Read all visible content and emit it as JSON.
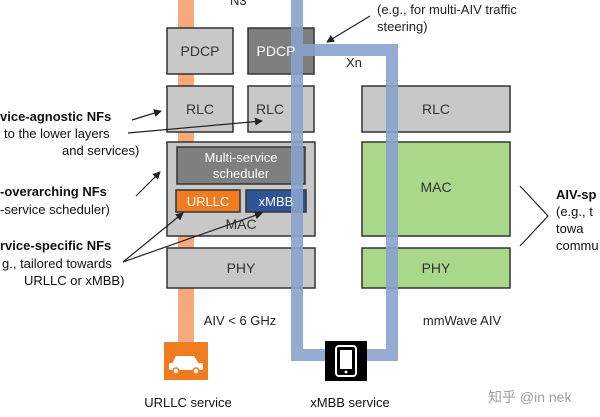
{
  "labels": {
    "n3": "N3",
    "xn": "Xn",
    "callout_top": [
      "(e.g., for multi-AIV traffic",
      "steering)"
    ]
  },
  "left_stack": {
    "pdcp_left": "PDCP",
    "pdcp_right": "PDCP",
    "rlc_left": "RLC",
    "rlc_right": "RLC",
    "scheduler": [
      "Multi-service",
      "scheduler"
    ],
    "urllc": "URLLC",
    "xmbb": "xMBB",
    "mac": "MAC",
    "phy": "PHY",
    "caption": "AIV < 6 GHz"
  },
  "right_stack": {
    "rlc": "RLC",
    "mac": "MAC",
    "phy": "PHY",
    "caption": "mmWave AIV"
  },
  "left_annotations": {
    "agnostic_title": "vice-agnostic NFs",
    "agnostic_body": [
      "to the lower layers",
      "and services)"
    ],
    "overarching_title": "-overarching NFs",
    "overarching_body": "-service scheduler)",
    "specific_title": "rvice-specific NFs",
    "specific_body": [
      "g., tailored towards",
      "URLLC or xMBB)"
    ]
  },
  "right_annotations": {
    "aiv_title": "AIV-sp",
    "aiv_body": [
      "(e.g., t",
      "towa",
      "commu"
    ]
  },
  "services": {
    "urllc": "URLLC service",
    "xmbb": "xMBB  service"
  },
  "watermark": "知乎 @in nek",
  "colors": {
    "gray_box": "#c8c8c8",
    "dark_gray": "#7f7f7f",
    "green_box": "#a9d88a",
    "orange": "#f4a06e",
    "orange_solid": "#f07c22",
    "blue": "#8aa3cc",
    "blue_dark": "#2f5597"
  }
}
